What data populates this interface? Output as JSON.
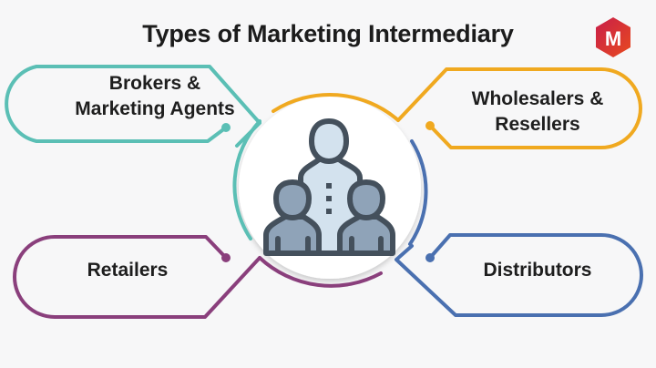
{
  "title": "Types of Marketing Intermediary",
  "logo": {
    "letter": "M",
    "color": "#d8262f",
    "icon": "brand-hexagon-logo-icon"
  },
  "center_icon": "group-people-icon",
  "items": [
    {
      "label_line1": "Brokers &",
      "label_line2": "Marketing Agents",
      "color": "#5bbfb5",
      "position": "top-left"
    },
    {
      "label_line1": "Wholesalers &",
      "label_line2": "Resellers",
      "color": "#f0a920",
      "position": "top-right"
    },
    {
      "label_line1": "Retailers",
      "label_line2": "",
      "color": "#8a3f7c",
      "position": "bottom-left"
    },
    {
      "label_line1": "Distributors",
      "label_line2": "",
      "color": "#4a70b0",
      "position": "bottom-right"
    }
  ],
  "colors": {
    "background": "#f7f7f8",
    "icon_stroke": "#44505c",
    "icon_light": "#d3e2ee",
    "icon_dark": "#8fa3b8"
  }
}
